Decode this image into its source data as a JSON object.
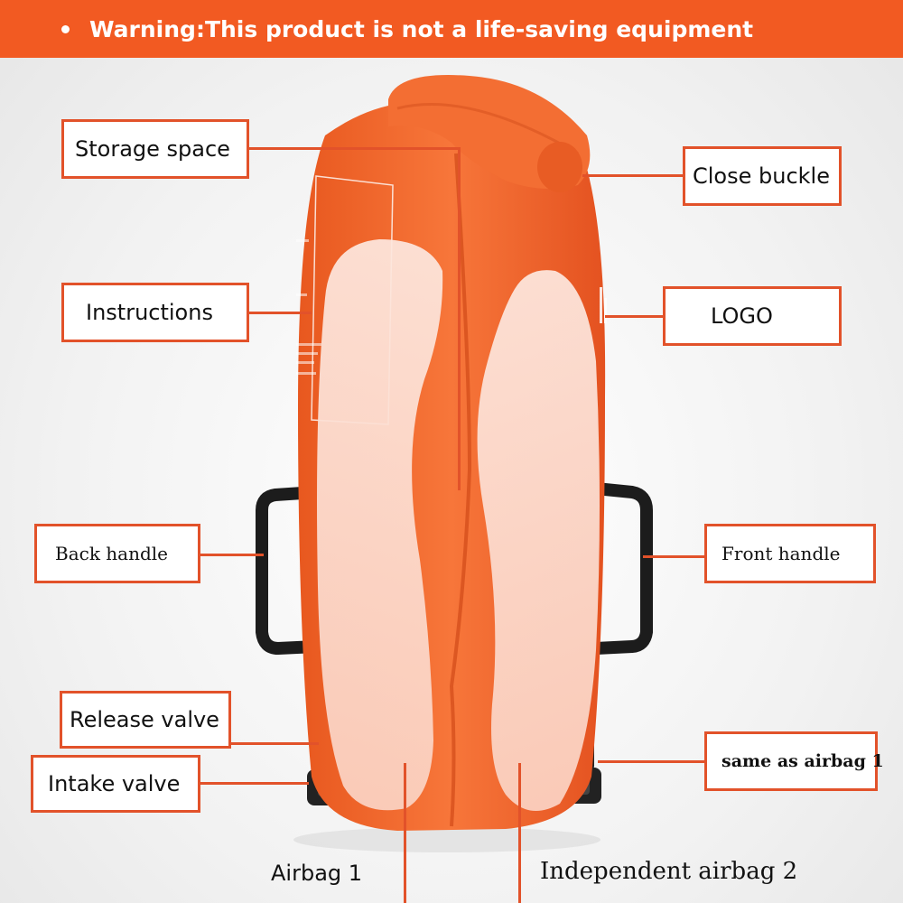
{
  "warning": "Warning:This product is not a life-saving equipment",
  "colors": {
    "banner": "#f25a22",
    "label_border": "#e2522a",
    "bag": "#f26a2e",
    "airbag_highlight": "#fbe0d6",
    "handle": "#1c1c1c"
  },
  "labels": {
    "storage_space": "Storage space",
    "close_buckle": "Close buckle",
    "instructions": "Instructions",
    "logo": "LOGO",
    "back_handle": "Back handle",
    "front_handle": "Front handle",
    "release_valve": "Release valve",
    "intake_valve": "Intake valve",
    "same_as_airbag": "same as airbag 1",
    "airbag1": "Airbag 1",
    "airbag2": "Independent airbag 2"
  }
}
